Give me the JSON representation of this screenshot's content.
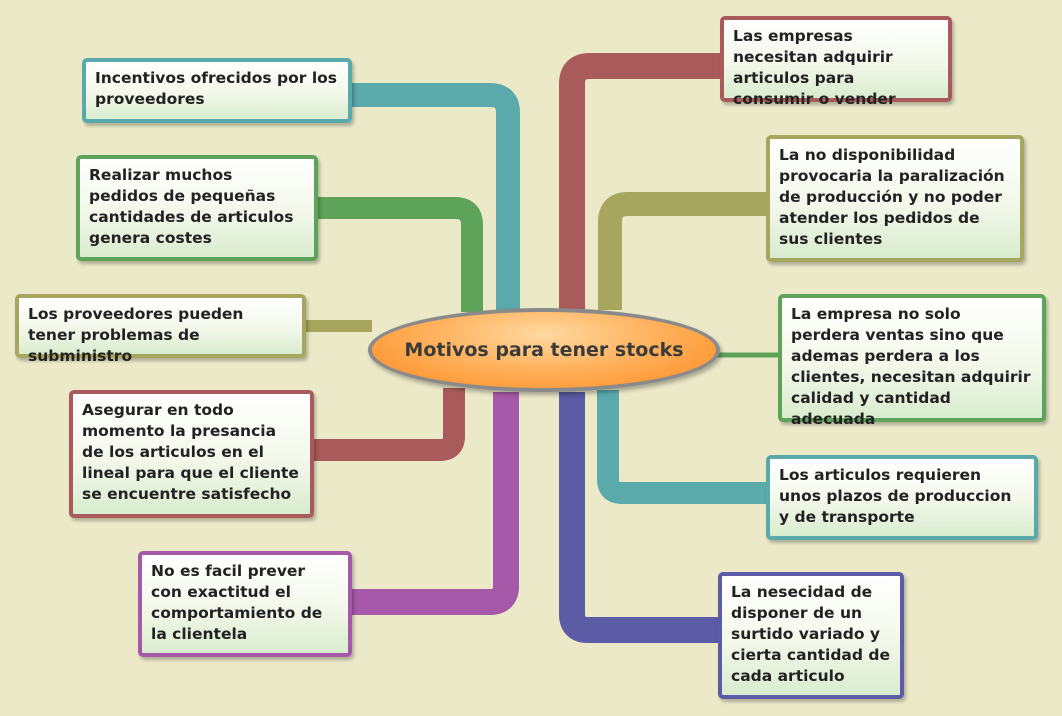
{
  "center": {
    "label": "Motivos para tener stocks"
  },
  "nodes": [
    {
      "id": "incentivos",
      "text": "Incentivos ofrecidos por los proveedores",
      "color": "#5aa9ab"
    },
    {
      "id": "pedidos",
      "text": "Realizar muchos pedidos de pequeñas cantidades de articulos genera costes",
      "color": "#5ea35a"
    },
    {
      "id": "subministro",
      "text": "Los proveedores pueden tener problemas de subministro",
      "color": "#a6a65e"
    },
    {
      "id": "presancia",
      "text": "Asegurar en todo momento la presancia de los articulos en el lineal para que el cliente se encuentre satisfecho",
      "color": "#a95a5a"
    },
    {
      "id": "prever",
      "text": "No es facil prever con exactitud el comportamiento de la clientela",
      "color": "#a659a8"
    },
    {
      "id": "empresas",
      "text": "Las empresas necesitan adquirir articulos para consumir o vender",
      "color": "#a95a5a"
    },
    {
      "id": "disponibilidad",
      "text": "La no disponibilidad provocaria la paralización de producción y no poder atender los pedidos de sus clientes",
      "color": "#a6a65e"
    },
    {
      "id": "ventas",
      "text": "La empresa no solo perdera ventas sino que ademas perdera a los clientes, necesitan adquirir calidad y cantidad adecuada",
      "color": "#5ea35a"
    },
    {
      "id": "plazos",
      "text": "Los articulos requieren unos plazos de produccion y de transporte",
      "color": "#5aa9ab"
    },
    {
      "id": "surtido",
      "text": "La nesecidad de disponer de un surtido variado y cierta cantidad de cada articulo",
      "color": "#5b5ba6"
    }
  ]
}
